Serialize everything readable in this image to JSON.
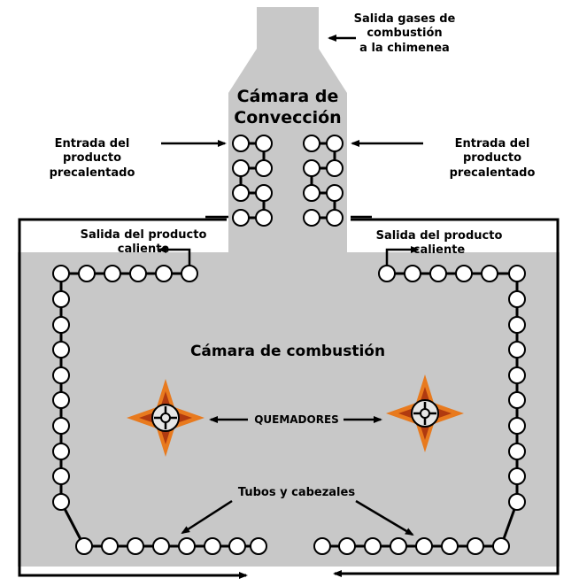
{
  "labels": {
    "chimney_line1": "Salida  gases de",
    "chimney_line2": "combustión",
    "chimney_line3": "a la chimenea",
    "convection_line1": "Cámara de",
    "convection_line2": "Convección",
    "inlet_left_line1": "Entrada del producto",
    "inlet_left_line2": "precalentado",
    "inlet_right_line1": "Entrada del producto",
    "inlet_right_line2": "precalentado",
    "outlet_left": "Salida del producto caliente",
    "outlet_right": "Salida del producto caliente",
    "combustion_chamber": "Cámara de combustión",
    "burners": "QUEMADORES",
    "tubes": "Tubos y cabezales"
  },
  "colors": {
    "chamber_fill": "#c8c8c8",
    "tube_fill": "#ffffff",
    "line": "#000000",
    "flame_outer": "#e87a1e",
    "flame_inner": "#b03a10"
  },
  "icons": {
    "burner_left": "burner-icon",
    "burner_right": "burner-icon"
  }
}
